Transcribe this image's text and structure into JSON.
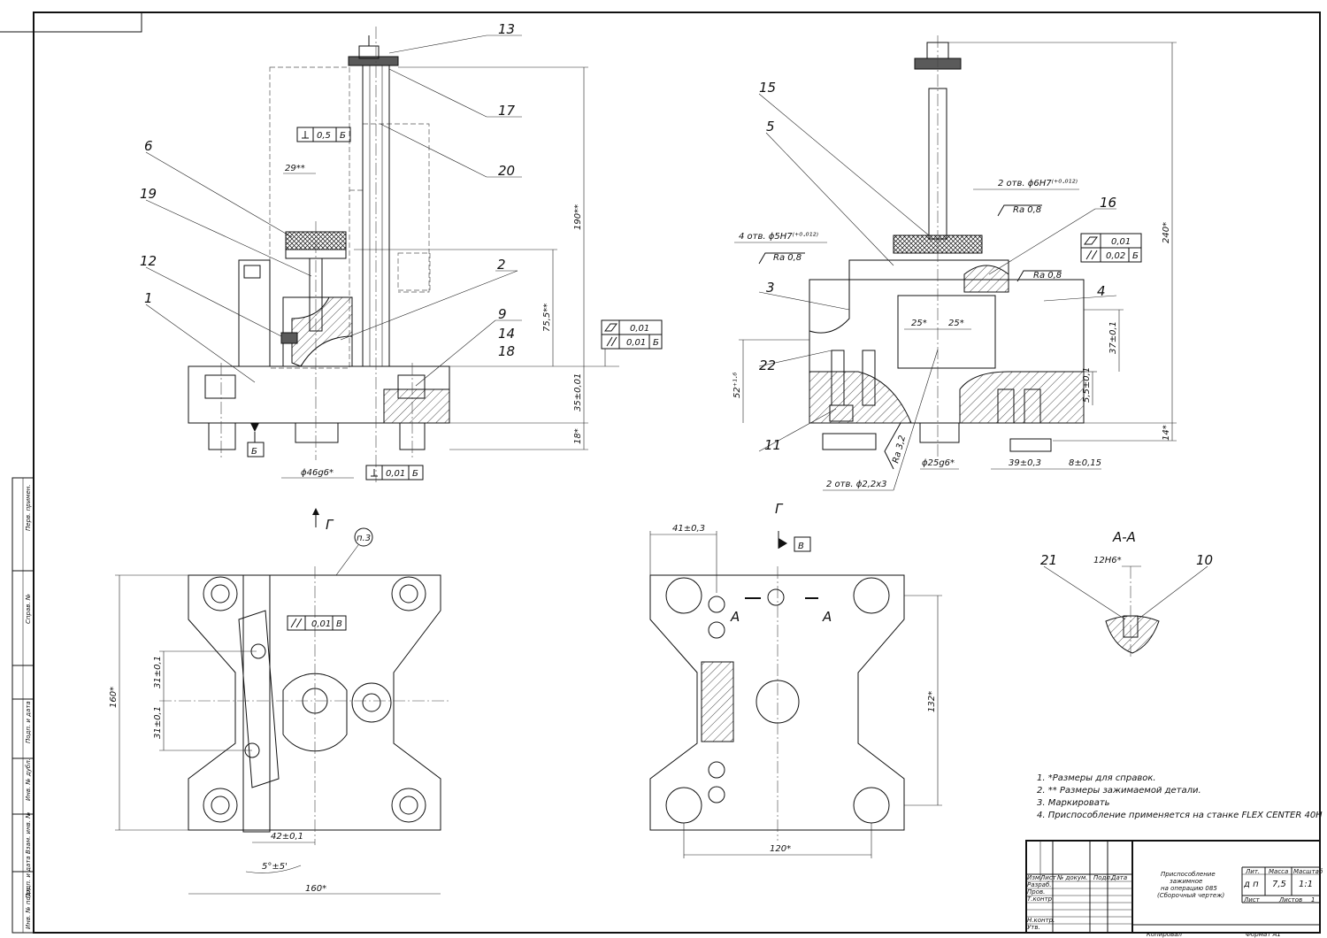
{
  "views": {
    "front": {
      "dims": {
        "d29": "29**",
        "d75": "75,5**",
        "d190": "190**",
        "d35": "35±0,01",
        "d18": "18*",
        "d46": "ϕ46g6*"
      },
      "tol": {
        "perp1_val": "0,5",
        "perp1_base": "Б",
        "perp2_val": "0,01",
        "perp2_base": "Б",
        "flat_val": "0,01",
        "par_val": "0,01",
        "par_base": "Б"
      },
      "datum": "Б"
    },
    "side": {
      "dims": {
        "holes6": "2 отв. ϕ6H7⁽⁺⁰·⁰¹²⁾",
        "ra08a": "Ra 0,8",
        "holes5": "4 отв. ϕ5H7⁽⁺⁰·⁰¹²⁾",
        "ra08b": "Ra 0,8",
        "ra08c": "Ra 0,8",
        "d25a": "25*",
        "d25b": "25*",
        "d37": "37±0,1",
        "d52": "52⁺¹·⁶",
        "d55": "5,5±0,1",
        "d240": "240*",
        "d14": "14*",
        "ra32": "Ra 3,2",
        "d25g6": "ϕ25g6*",
        "d39": "39±0,3",
        "d8": "8±0,15",
        "holes22": "2 отв. ϕ2,2x3"
      },
      "tol": {
        "flat_val": "0,01",
        "par_val": "0,02",
        "par_base": "Б"
      }
    },
    "plan_left": {
      "view": "Г",
      "note_ref": "п.3",
      "dims": {
        "d160v": "160*",
        "d31a": "31±0,1",
        "d31b": "31±0,1",
        "d42": "42±0,1",
        "d5": "5°±5'",
        "d160h": "160*"
      },
      "tol": {
        "par_val": "0,01",
        "par_base": "В"
      }
    },
    "plan_right": {
      "view": "Г",
      "datum": "В",
      "section_mark": "А",
      "dims": {
        "d41": "41±0,3",
        "d132": "132*",
        "d120": "120*"
      }
    },
    "section": {
      "title": "А-А",
      "dim": "12H6*"
    }
  },
  "balloons": [
    "13",
    "17",
    "20",
    "6",
    "19",
    "12",
    "1",
    "2",
    "9",
    "14",
    "18",
    "15",
    "5",
    "16",
    "3",
    "4",
    "22",
    "11",
    "21",
    "10"
  ],
  "notes": [
    "1. *Размеры для справок.",
    "2. ** Размеры зажимаемой детали.",
    "3. Маркировать",
    "4. Приспособление применяется на станке FLEX CENTER 40H"
  ],
  "title_block": {
    "title_line1": "Приспособление",
    "title_line2": "зажимное",
    "title_line3": "на операцию 085",
    "title_line4": "(Сборочный чертеж)",
    "lit_header": "Лит.",
    "mass_header": "Масса",
    "scale_header": "Масштаб",
    "lit_val": "д п",
    "mass_val": "7,5",
    "scale_val": "1:1",
    "sheet_label": "Лист",
    "sheets_label": "Листов",
    "sheets_val": "1",
    "rows": [
      "Изм.",
      "Лист",
      "№ докум.",
      "Подп.",
      "Дата"
    ],
    "roles": [
      "Разраб.",
      "Пров.",
      "Т.контр.",
      "",
      "Н.контр.",
      "Утв."
    ],
    "copied": "Копировал",
    "format": "Формат   А1"
  },
  "side_strip": [
    "Перв. примен.",
    "Справ. №",
    "Подп. и дата",
    "Инв. № дубл.",
    "Взам. инв. №",
    "Подп. и дата",
    "Инв. № подл."
  ]
}
